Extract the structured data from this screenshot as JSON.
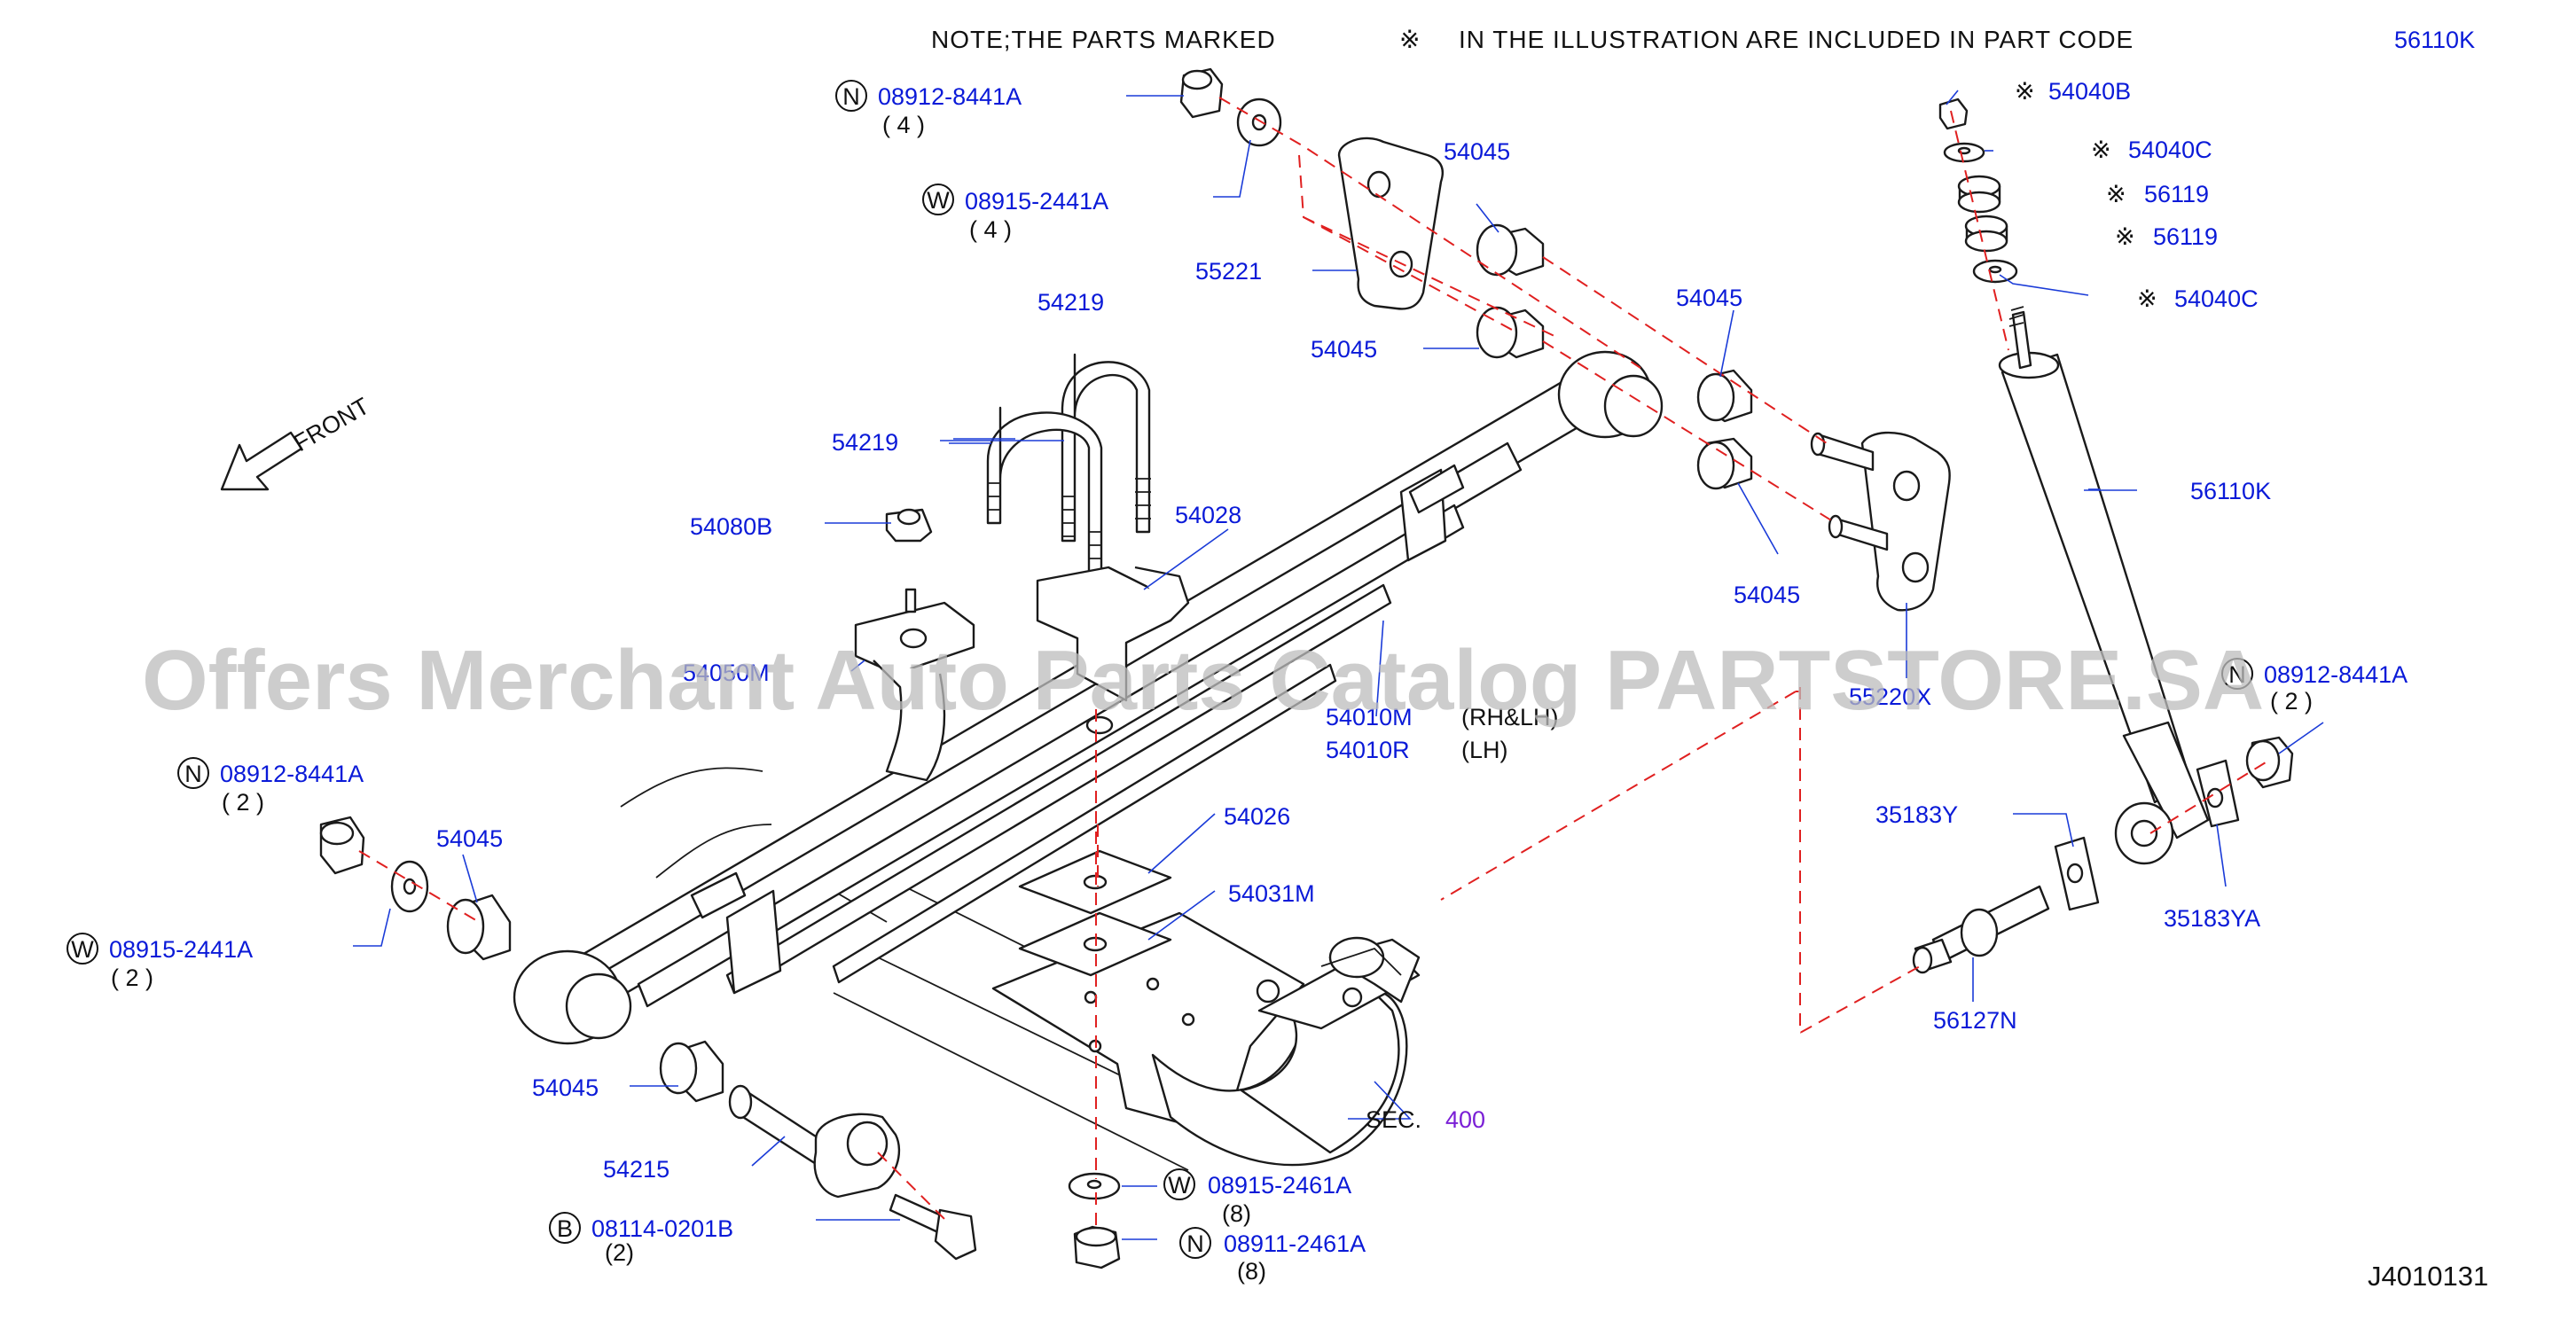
{
  "note": {
    "text": "NOTE;THE PARTS MARKED",
    "mark": "※",
    "text2": "IN THE ILLUSTRATION ARE INCLUDED IN PART CODE",
    "code": "56110K"
  },
  "front_label": "FRONT",
  "diagram_id": "J4010131",
  "watermark": "Offers Merchant Auto Parts Catalog PARTSTORE.SA",
  "mark_symbol": "※",
  "section_ref": {
    "prefix": "SEC.",
    "number": "400"
  },
  "colors": {
    "part_label": "#0a1ad8",
    "leader": "#1a3bd8",
    "dash": "#e02020",
    "section": "#7a1fd6"
  },
  "callouts": {
    "nut_top_code": "08912-8441A",
    "nut_top_qty": "( 4 )",
    "nut_top_letter": "N",
    "washer_top_code": "08915-2441A",
    "washer_top_qty": "( 4 )",
    "washer_top_letter": "W",
    "bush_54045_a": "54045",
    "bush_54045_b": "54045",
    "bush_54045_c": "54045",
    "bush_54045_d": "54045",
    "bush_54045_e": "54045",
    "bush_54045_f": "54045",
    "shackle_55221": "55221",
    "ubolt_54219_a": "54219",
    "ubolt_54219_b": "54219",
    "nut_54080b": "54080B",
    "bumper_54050": "54050M",
    "seat_54028": "54028",
    "spring_rh_code": "54010M",
    "spring_rh_side": "(RH&LH)",
    "spring_lh_code": "54010R",
    "spring_lh_side": "(LH)",
    "pad_54026": "54026",
    "pad_54031m": "54031M",
    "nut_left_code": "08912-8441A",
    "nut_left_qty": "( 2 )",
    "nut_left_letter": "N",
    "washer_left_code": "08915-2441A",
    "washer_left_qty": "( 2 )",
    "washer_left_letter": "W",
    "pin_54215": "54215",
    "bolt_code": "08114-0201B",
    "bolt_qty": "(2)",
    "bolt_letter": "B",
    "washer_bot_code": "08915-2461A",
    "washer_bot_qty": "(8)",
    "washer_bot_letter": "W",
    "nut_bot_code": "08911-2461A",
    "nut_bot_qty": "(8)",
    "nut_bot_letter": "N",
    "shackle_55220x": "55220X",
    "shock_nut_54040b": "54040B",
    "shock_wash_54040c_a": "54040C",
    "shock_bush_56119_a": "56119",
    "shock_bush_56119_b": "56119",
    "shock_wash_54040c_b": "54040C",
    "shock_56110k": "56110K",
    "nut_right_code": "08912-8441A",
    "nut_right_qty": "( 2 )",
    "nut_right_letter": "N",
    "washer_35183y": "35183Y",
    "washer_35183ya": "35183YA",
    "pin_56127n": "56127N"
  }
}
